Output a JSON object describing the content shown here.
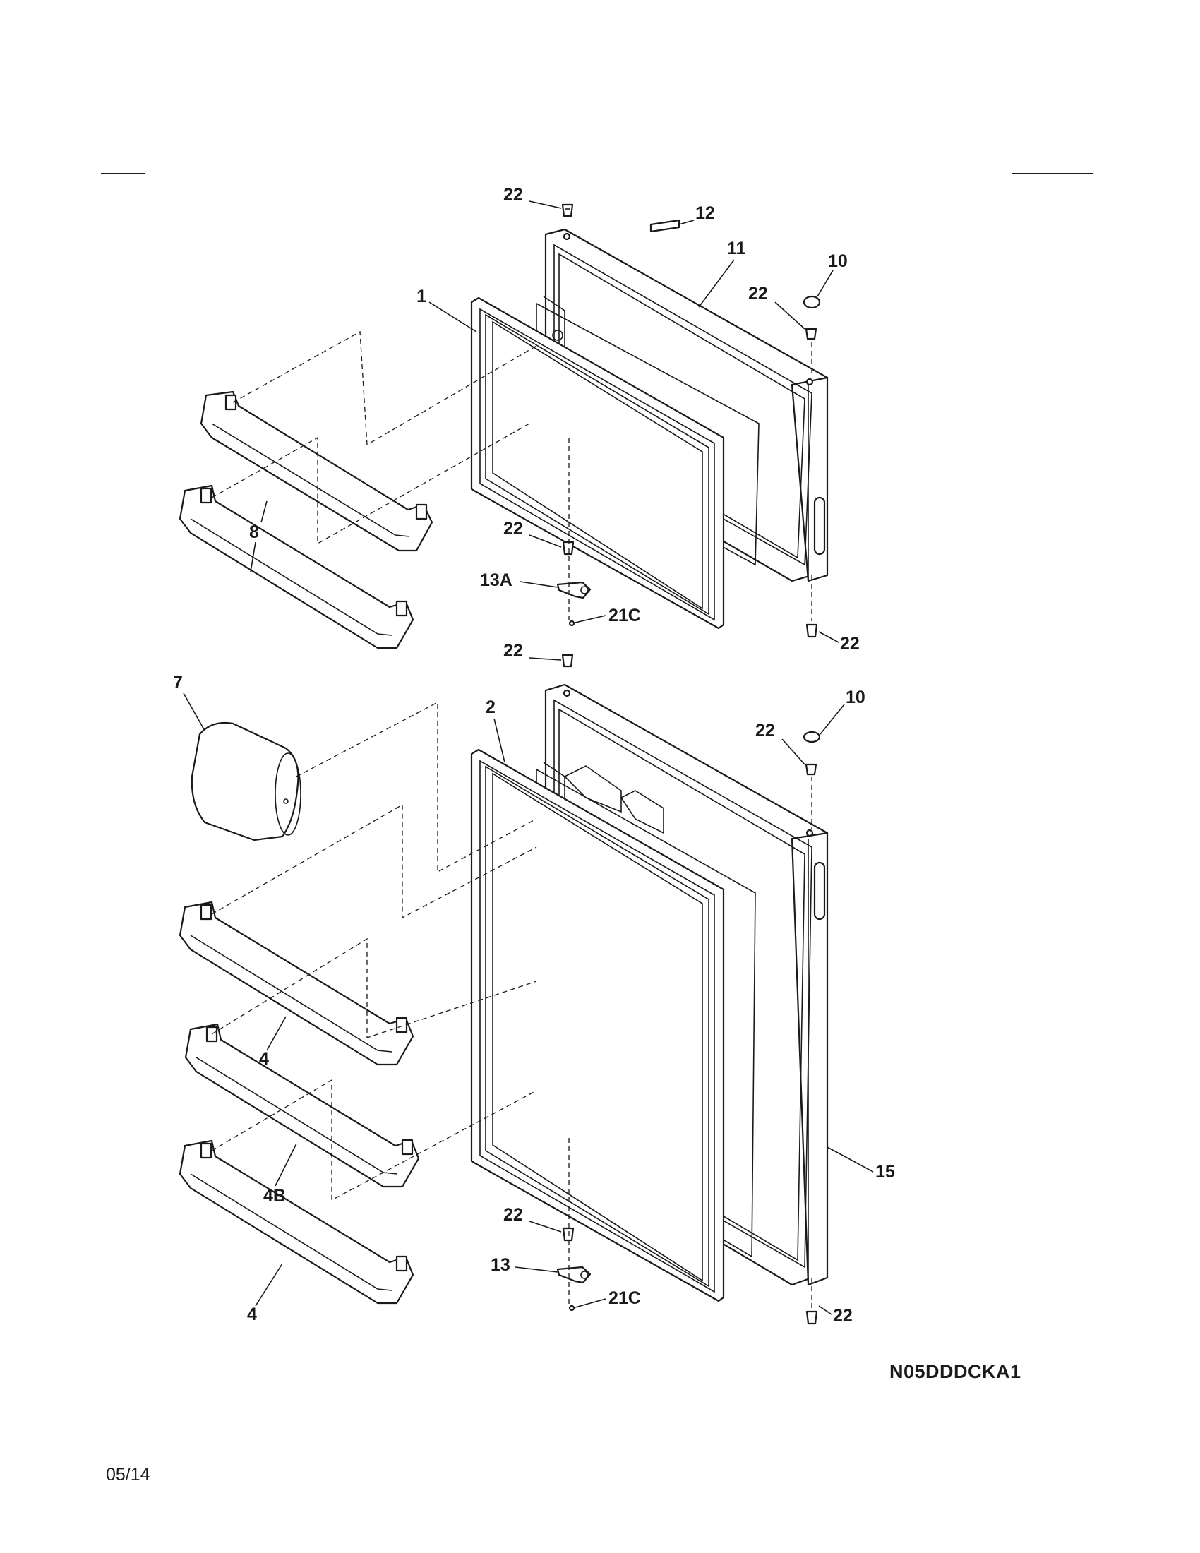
{
  "document": {
    "model_code": "N05DDDCKA1",
    "date_code": "05/14"
  },
  "callouts": {
    "c1": "1",
    "c2": "2",
    "c4a": "4",
    "c4b": "4",
    "c4B": "4B",
    "c7": "7",
    "c8": "8",
    "c10a": "10",
    "c10b": "10",
    "c11": "11",
    "c12": "12",
    "c13": "13",
    "c13A": "13A",
    "c15": "15",
    "c21Ca": "21C",
    "c21Cb": "21C",
    "c22a": "22",
    "c22b": "22",
    "c22c": "22",
    "c22d": "22",
    "c22e": "22",
    "c22f": "22",
    "c22g": "22",
    "c22h": "22"
  }
}
